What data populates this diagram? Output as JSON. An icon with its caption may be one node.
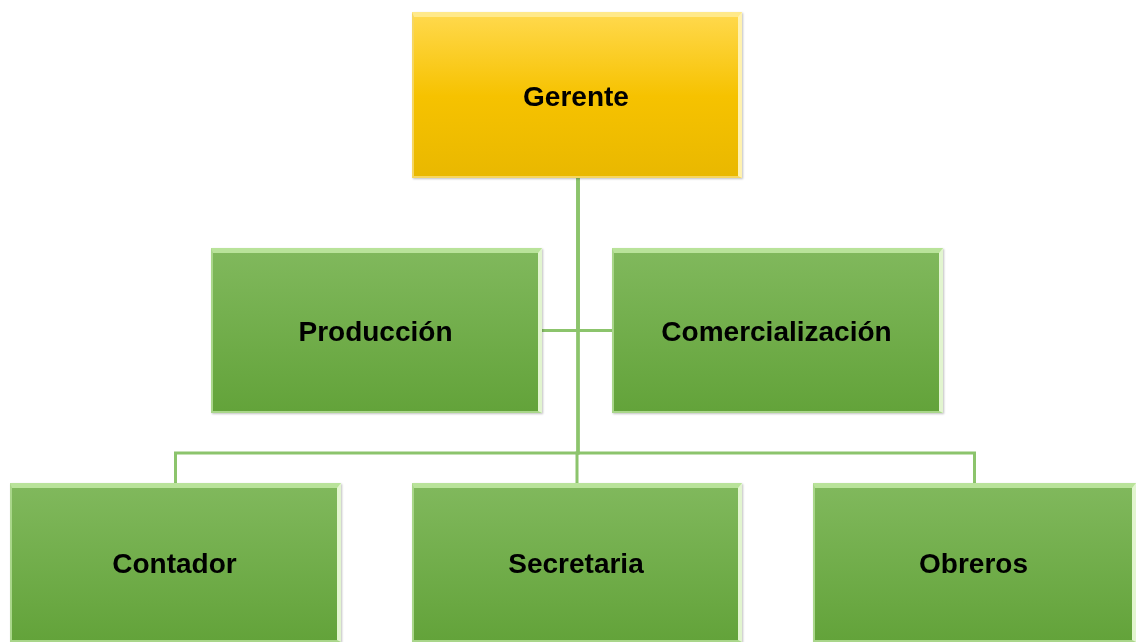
{
  "diagram": {
    "nodes": [
      {
        "text": [
          "Gerente"
        ]
      },
      {
        "text": [
          "Producción"
        ]
      },
      {
        "text": [
          "Comercialización"
        ]
      },
      {
        "text": [
          "Contador"
        ]
      },
      {
        "text": [
          "Secretaria"
        ]
      },
      {
        "text": [
          "Obreros"
        ]
      }
    ],
    "edges": [
      {
        "from": 0,
        "to": 1,
        "arrow": "none"
      },
      {
        "from": 0,
        "to": 2,
        "arrow": "none"
      },
      {
        "from": 0,
        "to": 3,
        "arrow": "none"
      },
      {
        "from": 0,
        "to": 4,
        "arrow": "none"
      },
      {
        "from": 0,
        "to": 5,
        "arrow": "none"
      }
    ]
  }
}
